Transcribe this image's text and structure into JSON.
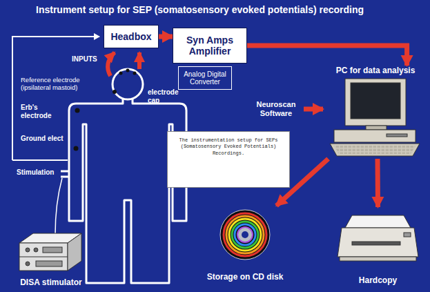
{
  "diagram": {
    "title": "Instrument setup for SEP (somatosensory evoked potentials) recording",
    "nodes": [
      {
        "text": [
          "Headbox"
        ]
      },
      {
        "text": [
          "Syn Amps Amplifier"
        ]
      },
      {
        "text": [
          "Analog Digital Converter"
        ]
      },
      {
        "text": [
          "PC for data analysis"
        ]
      },
      {
        "text": [
          "Neuroscan Software"
        ]
      },
      {
        "text": [
          "The instrumentation setup for SEPs (Somatosensory Evoked Potentials) Recordings."
        ]
      },
      {
        "text": [
          "Storage on CD disk"
        ]
      },
      {
        "text": [
          "Hardcopy"
        ]
      },
      {
        "text": [
          "DISA stimulator"
        ]
      }
    ],
    "edges": [
      {
        "from": 0,
        "to": 1,
        "arrow": "to"
      },
      {
        "from": 1,
        "to": 3,
        "arrow": "to"
      },
      {
        "from": 4,
        "to": 3,
        "arrow": "to"
      },
      {
        "from": 3,
        "to": 6,
        "arrow": "to"
      },
      {
        "from": 3,
        "to": 7,
        "arrow": "to"
      }
    ],
    "labels": [
      "INPUTS",
      "Reference electrode (ipsilateral mastoid)",
      "electrode cap",
      "Erb's electrode",
      "Ground elect",
      "Stimulation"
    ]
  }
}
